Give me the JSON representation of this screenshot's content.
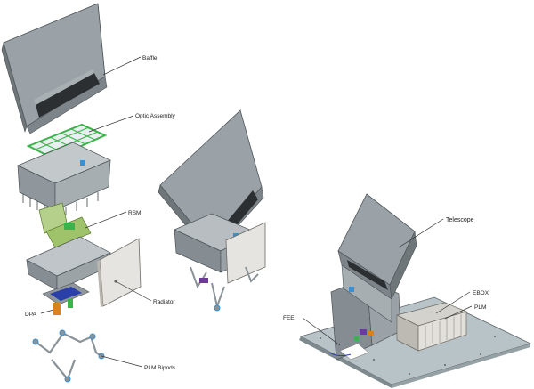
{
  "labels": {
    "baffle": "Baffle",
    "optic_assembly": "Optic Assembly",
    "rsm": "RSM",
    "radiator": "Radiator",
    "dpa": "DPA",
    "plm_bipods": "PLM Bipods",
    "telescope": "Telescope",
    "ebox": "EBOX",
    "plm": "PLM",
    "fee": "FEE"
  },
  "colors": {
    "structure_gray": "#8f979c",
    "structure_dark": "#5d6569",
    "structure_light": "#c3c8cb",
    "green_frame": "#3bb34a",
    "optic_glass": "#e9eef0",
    "detector_blue": "#2b3fa8",
    "accent_orange": "#d9821e",
    "accent_purple": "#6c3b9a",
    "radiator_panel": "#e6e4e0"
  }
}
